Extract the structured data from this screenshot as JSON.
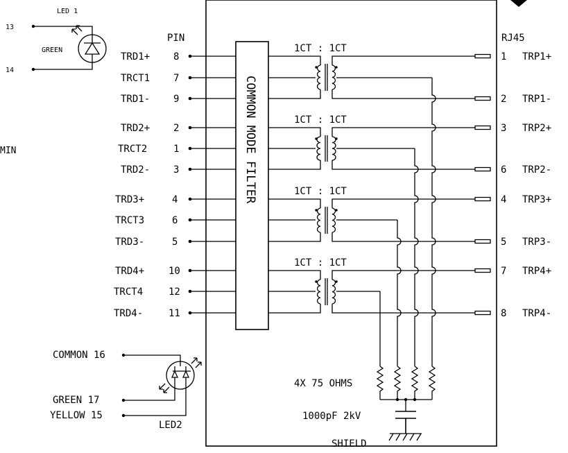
{
  "led1": {
    "title": "LED 1",
    "color": "GREEN",
    "pins": [
      "13",
      "14"
    ]
  },
  "edge_text": "MIN",
  "pin_header": "PIN",
  "rj45_header": "RJ45",
  "filter_label": "COMMON MODE FILTER",
  "transformer_ratio": [
    "1CT : 1CT",
    "1CT : 1CT",
    "1CT : 1CT",
    "1CT : 1CT"
  ],
  "left_pins": [
    {
      "name": "TRD1+",
      "pin": "8"
    },
    {
      "name": "TRCT1",
      "pin": "7"
    },
    {
      "name": "TRD1-",
      "pin": "9"
    },
    {
      "name": "TRD2+",
      "pin": "2"
    },
    {
      "name": "TRCT2",
      "pin": "1"
    },
    {
      "name": "TRD2-",
      "pin": "3"
    },
    {
      "name": "TRD3+",
      "pin": "4"
    },
    {
      "name": "TRCT3",
      "pin": "6"
    },
    {
      "name": "TRD3-",
      "pin": "5"
    },
    {
      "name": "TRD4+",
      "pin": "10"
    },
    {
      "name": "TRCT4",
      "pin": "12"
    },
    {
      "name": "TRD4-",
      "pin": "11"
    }
  ],
  "right_pins": [
    {
      "pin": "1",
      "name": "TRP1+"
    },
    {
      "pin": "2",
      "name": "TRP1-"
    },
    {
      "pin": "3",
      "name": "TRP2+"
    },
    {
      "pin": "6",
      "name": "TRP2-"
    },
    {
      "pin": "4",
      "name": "TRP3+"
    },
    {
      "pin": "5",
      "name": "TRP3-"
    },
    {
      "pin": "7",
      "name": "TRP4+"
    },
    {
      "pin": "8",
      "name": "TRP4-"
    }
  ],
  "resistors_label": "4X 75 OHMS",
  "capacitor_label": "1000pF 2kV",
  "shield_label": "SHIELD",
  "led2": {
    "title": "LED2",
    "common": "COMMON 16",
    "green": "GREEN 17",
    "yellow": "YELLOW 15"
  }
}
